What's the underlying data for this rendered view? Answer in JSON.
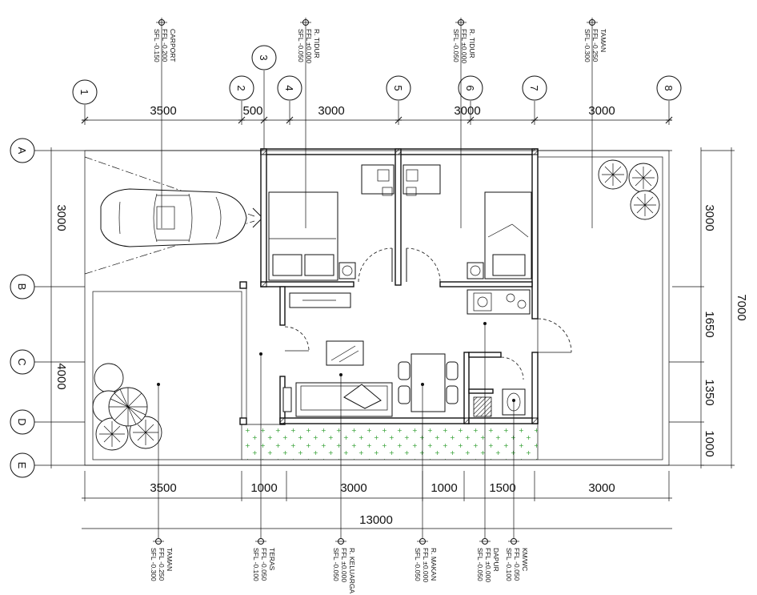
{
  "grid_columns": [
    "1",
    "2",
    "3",
    "4",
    "5",
    "6",
    "7",
    "8"
  ],
  "grid_rows": [
    "A",
    "B",
    "C",
    "D",
    "E"
  ],
  "top_dimensions": [
    "3500",
    "500",
    "3000",
    "3000",
    "3000"
  ],
  "bottom_dimensions": [
    "3500",
    "1000",
    "3000",
    "1000",
    "1500",
    "3000"
  ],
  "bottom_total": "13000",
  "left_dimensions": [
    "3000",
    "4000"
  ],
  "right_dimensions": [
    "3000",
    "1650",
    "1350",
    "1000"
  ],
  "right_total": "7000",
  "top_tags": [
    {
      "room": "CARPORT",
      "ffl": "FFL -0.200",
      "sfl": "SFL -0.150"
    },
    {
      "room": "R. TIDUR",
      "ffl": "FFL ±0.000",
      "sfl": "SFL -0.050"
    },
    {
      "room": "R. TIDUR",
      "ffl": "FFL ±0.000",
      "sfl": "SFL -0.050"
    },
    {
      "room": "TAMAN",
      "ffl": "FFL -0.250",
      "sfl": "SFL -0.300"
    }
  ],
  "bottom_tags": [
    {
      "room": "TAMAN",
      "ffl": "FFL -0.250",
      "sfl": "SFL -0.300"
    },
    {
      "room": "TERAS",
      "ffl": "FFL -0.050",
      "sfl": "SFL -0.100"
    },
    {
      "room": "R. KELUARGA",
      "ffl": "FFL ±0.000",
      "sfl": "SFL -0.050"
    },
    {
      "room": "R. MAKAN",
      "ffl": "FFL ±0.000",
      "sfl": "SFL -0.050"
    },
    {
      "room": "DAPUR",
      "ffl": "FFL ±0.000",
      "sfl": "SFL -0.050"
    },
    {
      "room": "KM/WC",
      "ffl": "FFL -0.050",
      "sfl": "SFL -0.100"
    }
  ],
  "colors": {
    "line": "#111111",
    "grass": "#2e9e2e",
    "background": "#ffffff"
  }
}
